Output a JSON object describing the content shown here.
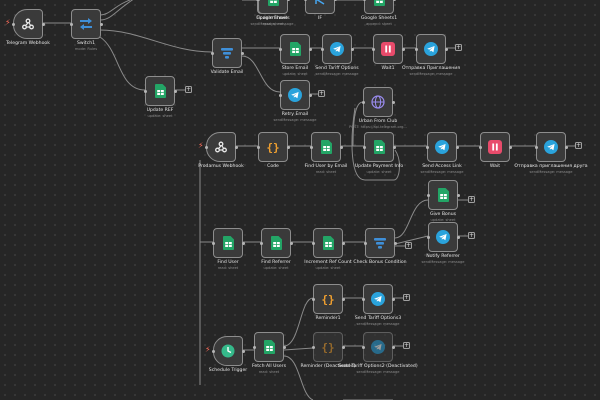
{
  "canvas": {
    "background": "#262626"
  },
  "colors": {
    "sheets": "#23a566",
    "telegram": "#2aa3dc",
    "wait": "#e84b6b",
    "code": "#f0a030",
    "filter": "#3f8fd8",
    "switch": "#3f8fd8",
    "schedule": "#35b98a",
    "trigger_bolt": "#ff6d5a"
  },
  "nodes": {
    "telegram_webhook": {
      "label": "Telegram Webhook",
      "sub": "",
      "icon": "webhook-icon"
    },
    "switch": {
      "label": "Switch1",
      "sub": "mode: Rules",
      "icon": "switch-icon"
    },
    "top_node_1": {
      "label": "Приветствие",
      "sub": "sendMessage: message",
      "icon": "telegram-icon"
    },
    "top_node_2": {
      "label": "Google Sheets",
      "sub": "read: sheet",
      "icon": "sheets-icon"
    },
    "top_node_3": {
      "label": "IF",
      "sub": "",
      "icon": "if-icon"
    },
    "top_node_4": {
      "label": "Google Sheets1",
      "sub": "append: sheet",
      "icon": "sheets-icon"
    },
    "validate_email": {
      "label": "Validate Email",
      "sub": "",
      "icon": "filter-icon"
    },
    "store_email": {
      "label": "Store Email",
      "sub": "update: sheet",
      "icon": "sheets-icon"
    },
    "send_tariff_options": {
      "label": "Send Tariff Options",
      "sub": "sendMessage: message",
      "icon": "telegram-icon"
    },
    "wait1": {
      "label": "Wait1",
      "sub": "",
      "icon": "pause-icon"
    },
    "otpravka1": {
      "label": "Отправка Приглашения",
      "sub": "sendMessage: message",
      "icon": "telegram-icon"
    },
    "update_ref": {
      "label": "Update REF",
      "sub": "update: sheet",
      "icon": "sheets-icon"
    },
    "retry_email": {
      "label": "Retry Email",
      "sub": "sendMessage: message",
      "icon": "telegram-icon"
    },
    "urban_from_club": {
      "label": "Urban From Club",
      "sub": "POST: https://api.telegram.org...",
      "icon": "globe-icon"
    },
    "prodamus_webhook": {
      "label": "Prodamus Webhook",
      "sub": "",
      "icon": "webhook-icon"
    },
    "code": {
      "label": "Code",
      "sub": "",
      "icon": "code-icon"
    },
    "find_user_by_email": {
      "label": "Find User by Email",
      "sub": "read: sheet",
      "icon": "sheets-icon"
    },
    "update_payment_info": {
      "label": "Update Payment Info",
      "sub": "update: sheet",
      "icon": "sheets-icon"
    },
    "send_access_link": {
      "label": "Send Access Link",
      "sub": "sendMessage: message",
      "icon": "telegram-icon"
    },
    "wait": {
      "label": "Wait",
      "sub": "",
      "icon": "pause-icon"
    },
    "otpravka2": {
      "label": "Отправка приглашения друга",
      "sub": "sendMessage: message",
      "icon": "telegram-icon"
    },
    "give_bonus": {
      "label": "Give Bonus",
      "sub": "update: sheet",
      "icon": "sheets-icon"
    },
    "find_user": {
      "label": "Find User",
      "sub": "read: sheet",
      "icon": "sheets-icon"
    },
    "find_referrer": {
      "label": "Find Referrer",
      "sub": "update: sheet",
      "icon": "sheets-icon"
    },
    "increment_ref_count": {
      "label": "Increment Ref Count",
      "sub": "update: sheet",
      "icon": "sheets-icon"
    },
    "check_bonus_condition": {
      "label": "Check Bonus Condition",
      "sub": "",
      "icon": "filter-icon"
    },
    "notify_referrer": {
      "label": "Notify Referrer",
      "sub": "sendMessage: message",
      "icon": "telegram-icon"
    },
    "reminder1": {
      "label": "Reminder1",
      "sub": "",
      "icon": "code-icon"
    },
    "send_tariff_options3": {
      "label": "Send Tariff Options3",
      "sub": "sendMessage: message",
      "icon": "telegram-icon"
    },
    "schedule_trigger": {
      "label": "Schedule Trigger",
      "sub": "",
      "icon": "clock-icon"
    },
    "fetch_all_users": {
      "label": "Fetch All Users",
      "sub": "read: sheet",
      "icon": "sheets-icon"
    },
    "reminder_deact": {
      "label": "Reminder (Deactivated)",
      "sub": "",
      "icon": "code-icon"
    },
    "send_tariff_options2": {
      "label": "Send Tariff Options2 (Deactivated)",
      "sub": "sendMessage: message",
      "icon": "telegram-icon"
    }
  }
}
